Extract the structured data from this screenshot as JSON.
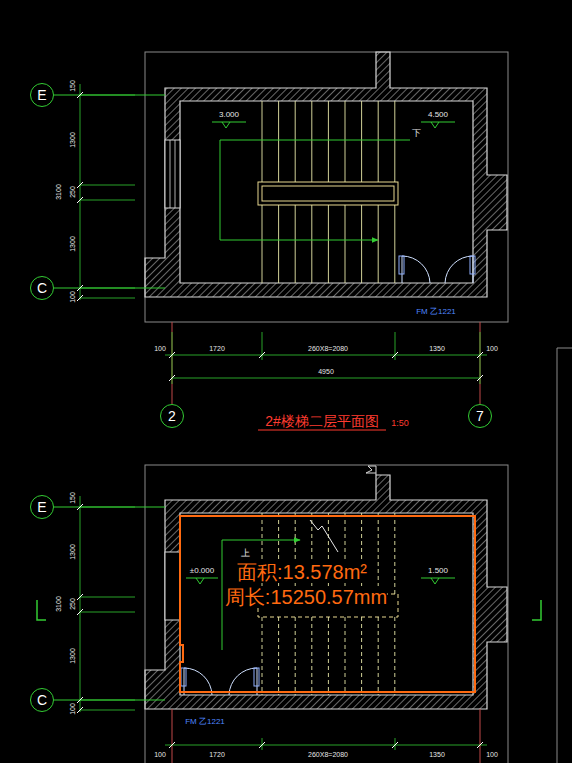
{
  "diagram": {
    "title": "2#楼梯二层平面图",
    "nodes": [
      {
        "text": [
          "E"
        ]
      },
      {
        "text": [
          "C"
        ]
      },
      {
        "text": [
          "2"
        ]
      },
      {
        "text": [
          "7"
        ]
      },
      {
        "text": [
          "E"
        ]
      },
      {
        "text": [
          "C"
        ]
      }
    ],
    "labels": [
      "150",
      "1300",
      "250",
      "1300",
      "100",
      "3100",
      "3.000",
      "4.500",
      "下",
      "FM 乙1221",
      "100",
      "1720",
      "260X8=2080",
      "1350",
      "100",
      "4950",
      "1:50",
      "150",
      "1300",
      "250",
      "1300",
      "100",
      "3100",
      "±0.000",
      "1.500",
      "上",
      "面积:13.578m²",
      "周长:15250.57mm",
      "FM 乙1221",
      "100",
      "1720",
      "260X8=2080",
      "1350",
      "100"
    ]
  }
}
